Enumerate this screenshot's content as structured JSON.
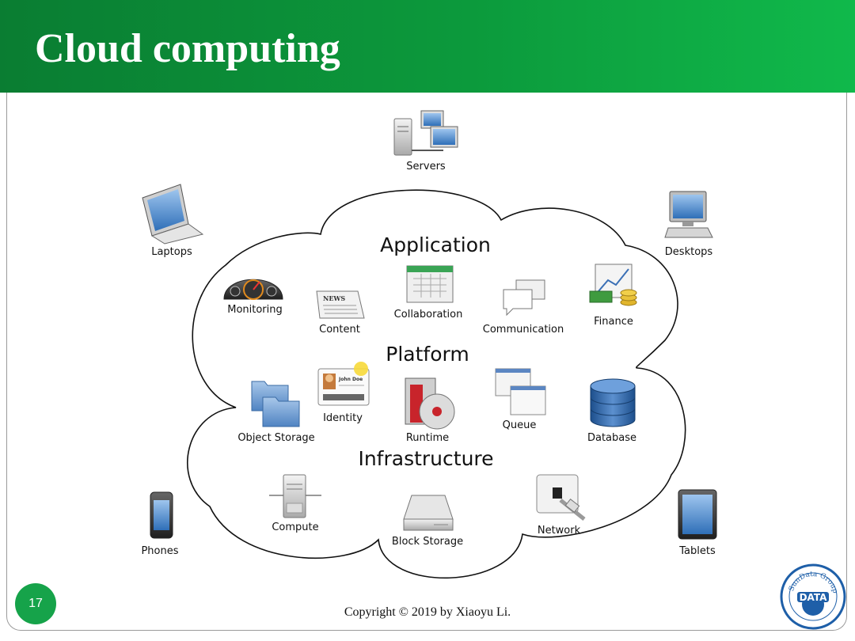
{
  "slide": {
    "title": "Cloud computing",
    "page_number": "17",
    "copyright": "Copyright © 2019 by Xiaoyu Li."
  },
  "diagram": {
    "layers": {
      "application": "Application",
      "platform": "Platform",
      "infrastructure": "Infrastructure"
    },
    "devices": {
      "servers": "Servers",
      "laptops": "Laptops",
      "desktops": "Desktops",
      "phones": "Phones",
      "tablets": "Tablets"
    },
    "application_items": {
      "monitoring": "Monitoring",
      "content": "Content",
      "collaboration": "Collaboration",
      "communication": "Communication",
      "finance": "Finance",
      "news": "NEWS"
    },
    "platform_items": {
      "identity": "Identity",
      "object_storage": "Object Storage",
      "runtime": "Runtime",
      "queue": "Queue",
      "database": "Database",
      "id_name": "John Doe"
    },
    "infrastructure_items": {
      "compute": "Compute",
      "block_storage": "Block Storage",
      "network": "Network"
    }
  },
  "logo": {
    "top_text": "SunData Group",
    "center_text": "DATA"
  },
  "colors": {
    "header_start": "#0a7d32",
    "header_end": "#10b94b",
    "page_badge": "#16a34a",
    "logo_blue": "#1e5fa8"
  }
}
